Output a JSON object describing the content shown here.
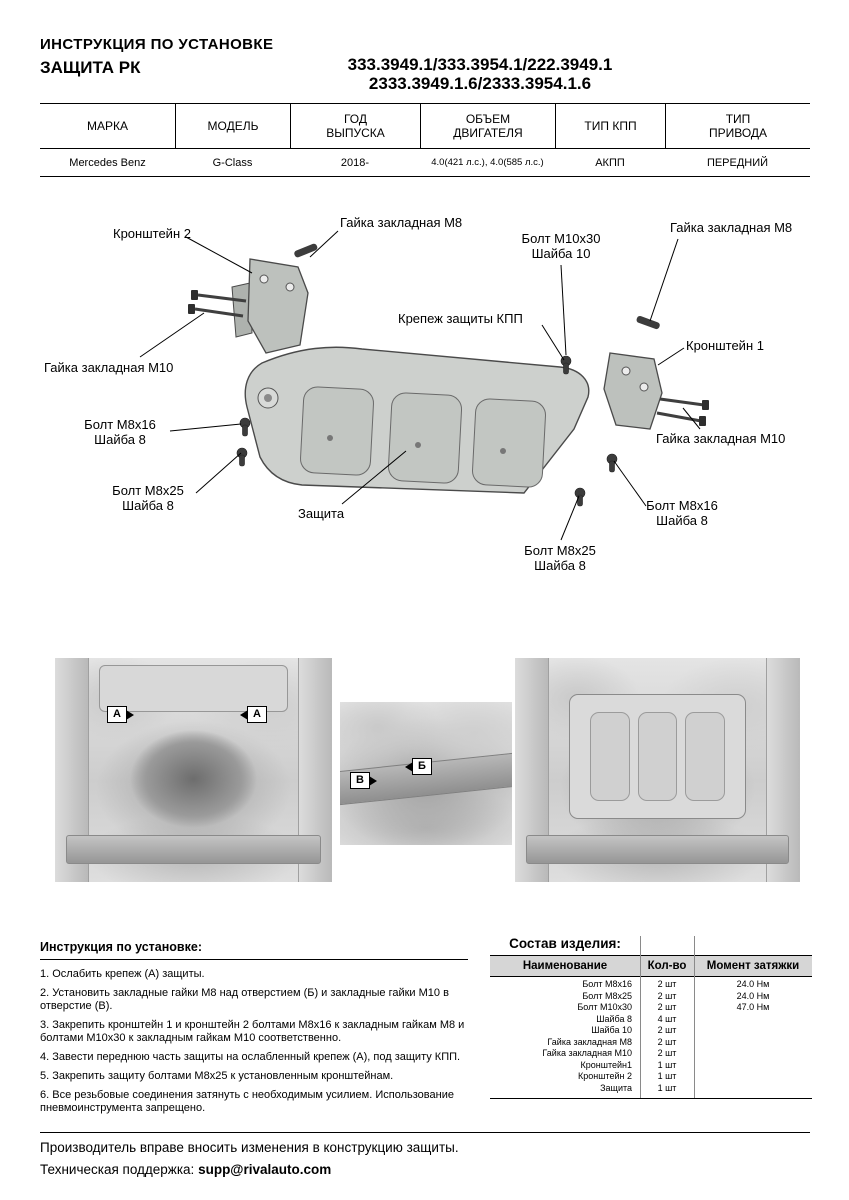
{
  "header": {
    "title": "ИНСТРУКЦИЯ ПО УСТАНОВКЕ",
    "product": "ЗАЩИТА РК",
    "part_numbers_line1": "333.3949.1/333.3954.1/222.3949.1",
    "part_numbers_line2": "2333.3949.1.6/2333.3954.1.6"
  },
  "spec_table": {
    "headers": [
      {
        "line1": "МАРКА",
        "line2": ""
      },
      {
        "line1": "МОДЕЛЬ",
        "line2": ""
      },
      {
        "line1": "ГОД",
        "line2": "ВЫПУСКА"
      },
      {
        "line1": "ОБЪЕМ",
        "line2": "ДВИГАТЕЛЯ"
      },
      {
        "line1": "ТИП КПП",
        "line2": ""
      },
      {
        "line1": "ТИП",
        "line2": "ПРИВОДА"
      }
    ],
    "row": [
      "Mercedes Benz",
      "G-Class",
      "2018-",
      "4.0(421 л.с.), 4.0(585 л.с.)",
      "АКПП",
      "ПЕРЕДНИЙ"
    ]
  },
  "diagram": {
    "labels": [
      {
        "line1": "Гайка закладная М8"
      },
      {
        "line1": "Кронштейн 2"
      },
      {
        "line1": "Болт М10х30",
        "line2": "Шайба 10"
      },
      {
        "line1": "Гайка закладная М8"
      },
      {
        "line1": "Крепеж защиты КПП"
      },
      {
        "line1": "Кронштейн 1"
      },
      {
        "line1": "Гайка закладная М10"
      },
      {
        "line1": "Болт М8х16",
        "line2": "Шайба 8"
      },
      {
        "line1": "Гайка закладная М10"
      },
      {
        "line1": "Болт М8х25",
        "line2": "Шайба 8"
      },
      {
        "line1": "Защита"
      },
      {
        "line1": "Болт М8х16",
        "line2": "Шайба 8"
      },
      {
        "line1": "Болт М8х25",
        "line2": "Шайба 8"
      }
    ]
  },
  "photos": {
    "marker_a": "А",
    "marker_b": "Б",
    "marker_v": "В"
  },
  "instructions": {
    "title": "Инструкция по установке:",
    "steps": [
      "1. Ослабить крепеж (А) защиты.",
      "2. Установить закладные гайки М8 над отверстием (Б) и закладные гайки М10 в отверстие (В).",
      "3. Закрепить кронштейн 1 и кронштейн 2 болтами М8х16 к закладным гайкам М8 и болтами М10х30 к закладным гайкам М10 соответственно.",
      "4. Завести переднюю часть защиты на ослабленный крепеж (А), под защиту КПП.",
      "5. Закрепить защиту болтами М8х25 к установленным кронштейнам.",
      "6. Все резьбовые соединения затянуть с необходимым усилием. Использование пневмоинструмента запрещено."
    ]
  },
  "parts": {
    "title": "Состав изделия:",
    "headers": [
      "Наименование",
      "Кол-во",
      "Момент затяжки"
    ],
    "rows": [
      {
        "name": "Болт М8х16",
        "qty": "2 шт",
        "torque": "24.0 Нм"
      },
      {
        "name": "Болт М8х25",
        "qty": "2 шт",
        "torque": "24.0 Нм"
      },
      {
        "name": "Болт М10х30",
        "qty": "2 шт",
        "torque": "47.0 Нм"
      },
      {
        "name": "Шайба 8",
        "qty": "4 шт",
        "torque": ""
      },
      {
        "name": "Шайба 10",
        "qty": "2 шт",
        "torque": ""
      },
      {
        "name": "Гайка закладная М8",
        "qty": "2 шт",
        "torque": ""
      },
      {
        "name": "Гайка закладная М10",
        "qty": "2 шт",
        "torque": ""
      },
      {
        "name": "Кронштейн1",
        "qty": "1 шт",
        "torque": ""
      },
      {
        "name": "Кронштейн 2",
        "qty": "1 шт",
        "torque": ""
      },
      {
        "name": "Защита",
        "qty": "1 шт",
        "torque": ""
      }
    ]
  },
  "footer": {
    "note": "Производитель вправе вносить изменения в конструкцию защиты.",
    "support_label": "Техническая поддержка:",
    "support_email": "supp@rivalauto.com"
  }
}
